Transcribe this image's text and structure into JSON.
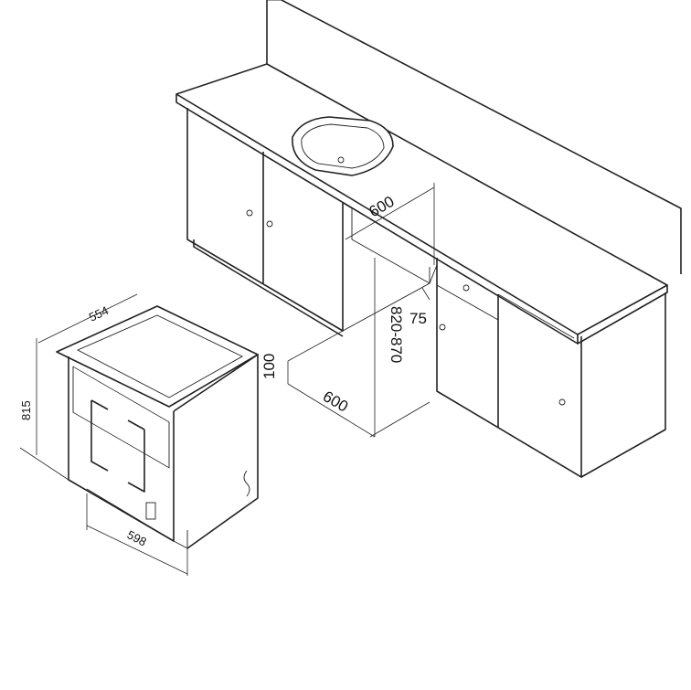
{
  "diagram": {
    "kitchen": {
      "niche_width": "600",
      "niche_depth": "600",
      "niche_height": "820-870",
      "plinth_depth": "75",
      "plinth_height": "100"
    },
    "dishwasher": {
      "depth": "554",
      "height": "815",
      "width": "598"
    },
    "colors": {
      "line": "#222222",
      "background": "#ffffff"
    }
  }
}
